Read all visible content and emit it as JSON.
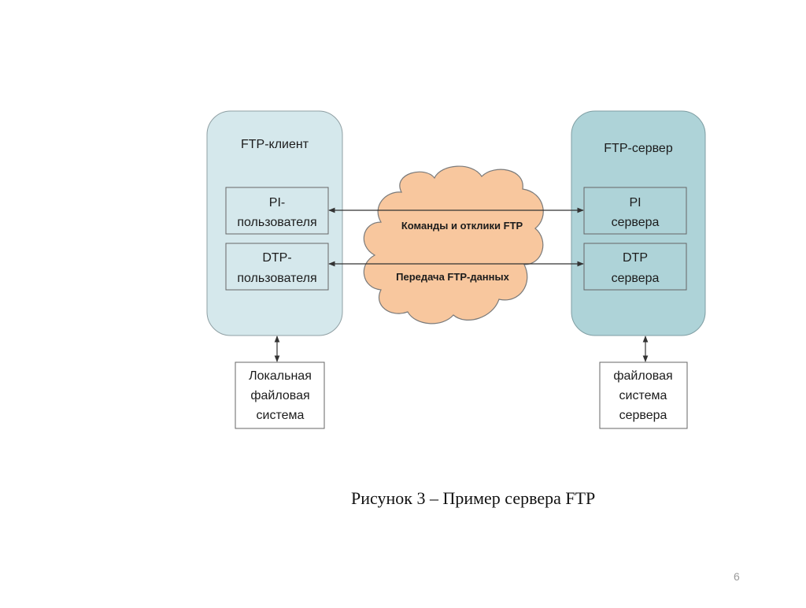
{
  "diagram": {
    "client": {
      "title": "FTP-клиент",
      "pi_box": [
        "PI-",
        "пользователя"
      ],
      "dtp_box": [
        "DTP-",
        "пользователя"
      ],
      "local_fs": [
        "Локальная",
        "файловая",
        "система"
      ]
    },
    "server": {
      "title": "FTP-сервер",
      "pi_box": [
        "PI",
        "сервера"
      ],
      "dtp_box": [
        "DTP",
        "сервера"
      ],
      "server_fs": [
        "файловая",
        "система",
        "сервера"
      ]
    },
    "network": {
      "commands_label": "Команды и отклики FTP",
      "data_label": "Передача FTP-данных"
    },
    "colors": {
      "client_panel": "#d5e8ec",
      "server_panel": "#aed3d8",
      "cloud_fill": "#f8c79e",
      "cloud_stroke": "#7a7a7a",
      "box_stroke": "#666666"
    }
  },
  "caption": "Рисунок 3 – Пример сервера FTP",
  "page_number": "6"
}
